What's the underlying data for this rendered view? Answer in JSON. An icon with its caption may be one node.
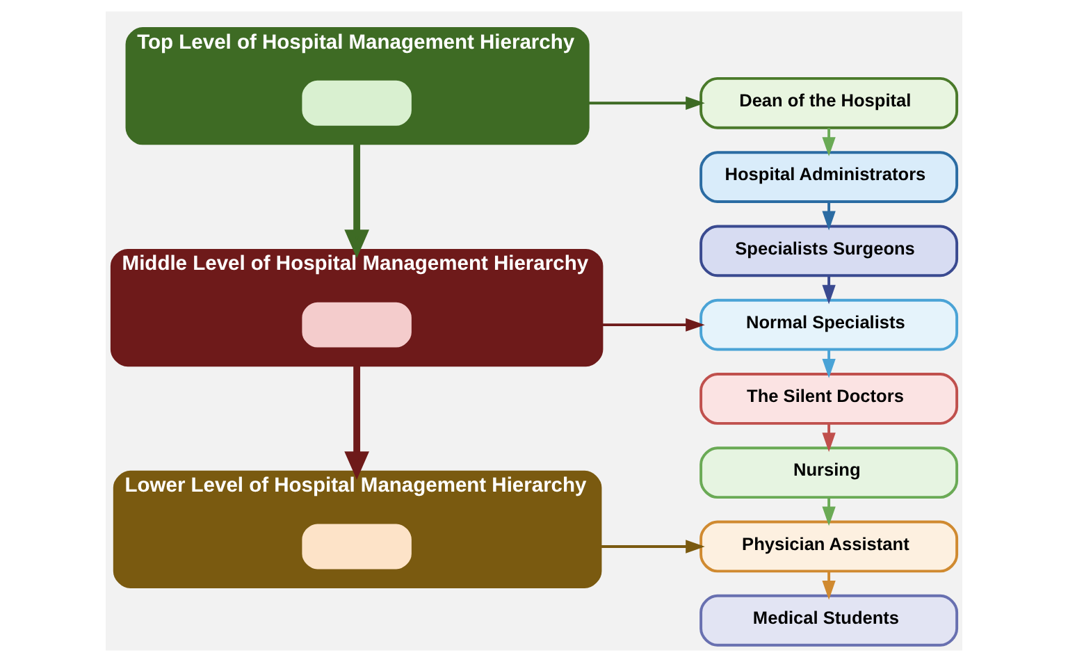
{
  "diagram": {
    "nodes": [
      {
        "text": [
          "Top Level of Hospital Management Hierarchy"
        ]
      },
      {
        "text": [],
        "shape": "box",
        "in": 0
      },
      {
        "text": [
          "Middle Level of Hospital Management Hierarchy"
        ]
      },
      {
        "text": [],
        "shape": "box",
        "in": 2
      },
      {
        "text": [
          "Lower Level of Hospital Management Hierarchy"
        ]
      },
      {
        "text": [],
        "shape": "box",
        "in": 4
      },
      {
        "text": [
          "Dean of the Hospital"
        ]
      },
      {
        "text": [
          "Hospital Administrators"
        ]
      },
      {
        "text": [
          "Specialists Surgeons"
        ]
      },
      {
        "text": [
          "Normal Specialists"
        ]
      },
      {
        "text": [
          "The Silent Doctors"
        ]
      },
      {
        "text": [
          "Nursing"
        ]
      },
      {
        "text": [
          "Physician Assistant"
        ]
      },
      {
        "text": [
          "Medical Students"
        ]
      }
    ],
    "edges": [
      {
        "from": 0,
        "to": 2,
        "arrow": "to",
        "style": "thick",
        "color": "#3e6b24"
      },
      {
        "from": 2,
        "to": 4,
        "arrow": "to",
        "style": "thick",
        "color": "#6e1a1a"
      },
      {
        "from": 0,
        "to": 6,
        "arrow": "to",
        "color": "#3e6b24"
      },
      {
        "from": 2,
        "to": 9,
        "arrow": "to",
        "color": "#6e1a1a"
      },
      {
        "from": 4,
        "to": 12,
        "arrow": "to",
        "color": "#7a5a10"
      },
      {
        "from": 6,
        "to": 7,
        "arrow": "to",
        "color": "#6aaa55"
      },
      {
        "from": 7,
        "to": 8,
        "arrow": "to",
        "color": "#2b6ca3"
      },
      {
        "from": 8,
        "to": 9,
        "arrow": "to",
        "color": "#3a4a90"
      },
      {
        "from": 9,
        "to": 10,
        "arrow": "to",
        "color": "#4aa3d6"
      },
      {
        "from": 10,
        "to": 11,
        "arrow": "to",
        "color": "#c0504d"
      },
      {
        "from": 11,
        "to": 12,
        "arrow": "to",
        "color": "#6aaa55"
      },
      {
        "from": 12,
        "to": 13,
        "arrow": "to",
        "color": "#d08a30"
      }
    ]
  }
}
